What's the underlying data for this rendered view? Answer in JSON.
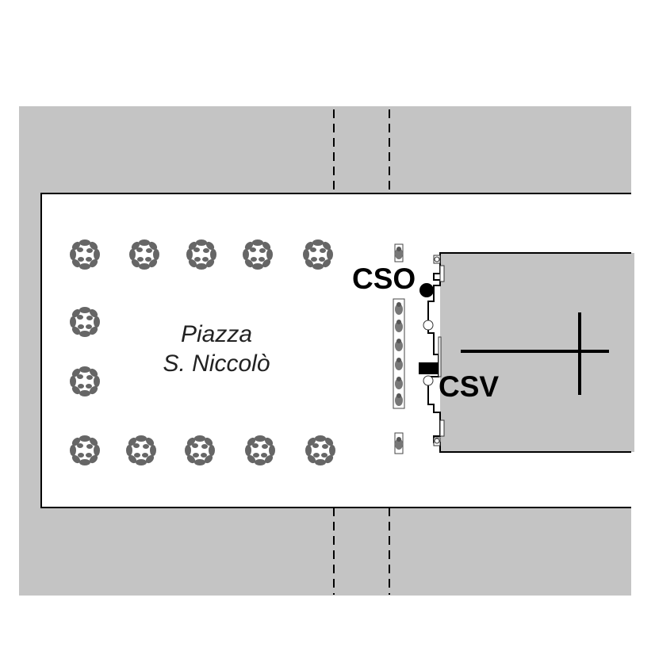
{
  "plaza": {
    "name_line1": "Piazza",
    "name_line2": "S. Niccolò"
  },
  "markers": {
    "cso": {
      "label": "CSO",
      "symbol": "filled-circle"
    },
    "csv": {
      "label": "CSV",
      "symbol": "filled-square"
    }
  },
  "colors": {
    "street": "#c4c4c4",
    "plaza": "#ffffff",
    "building": "#c4c4c4",
    "tree": "#666666",
    "outline": "#000000"
  },
  "legend_icons": [
    "tree-icon",
    "cross-icon",
    "dashed-crosswalk"
  ]
}
